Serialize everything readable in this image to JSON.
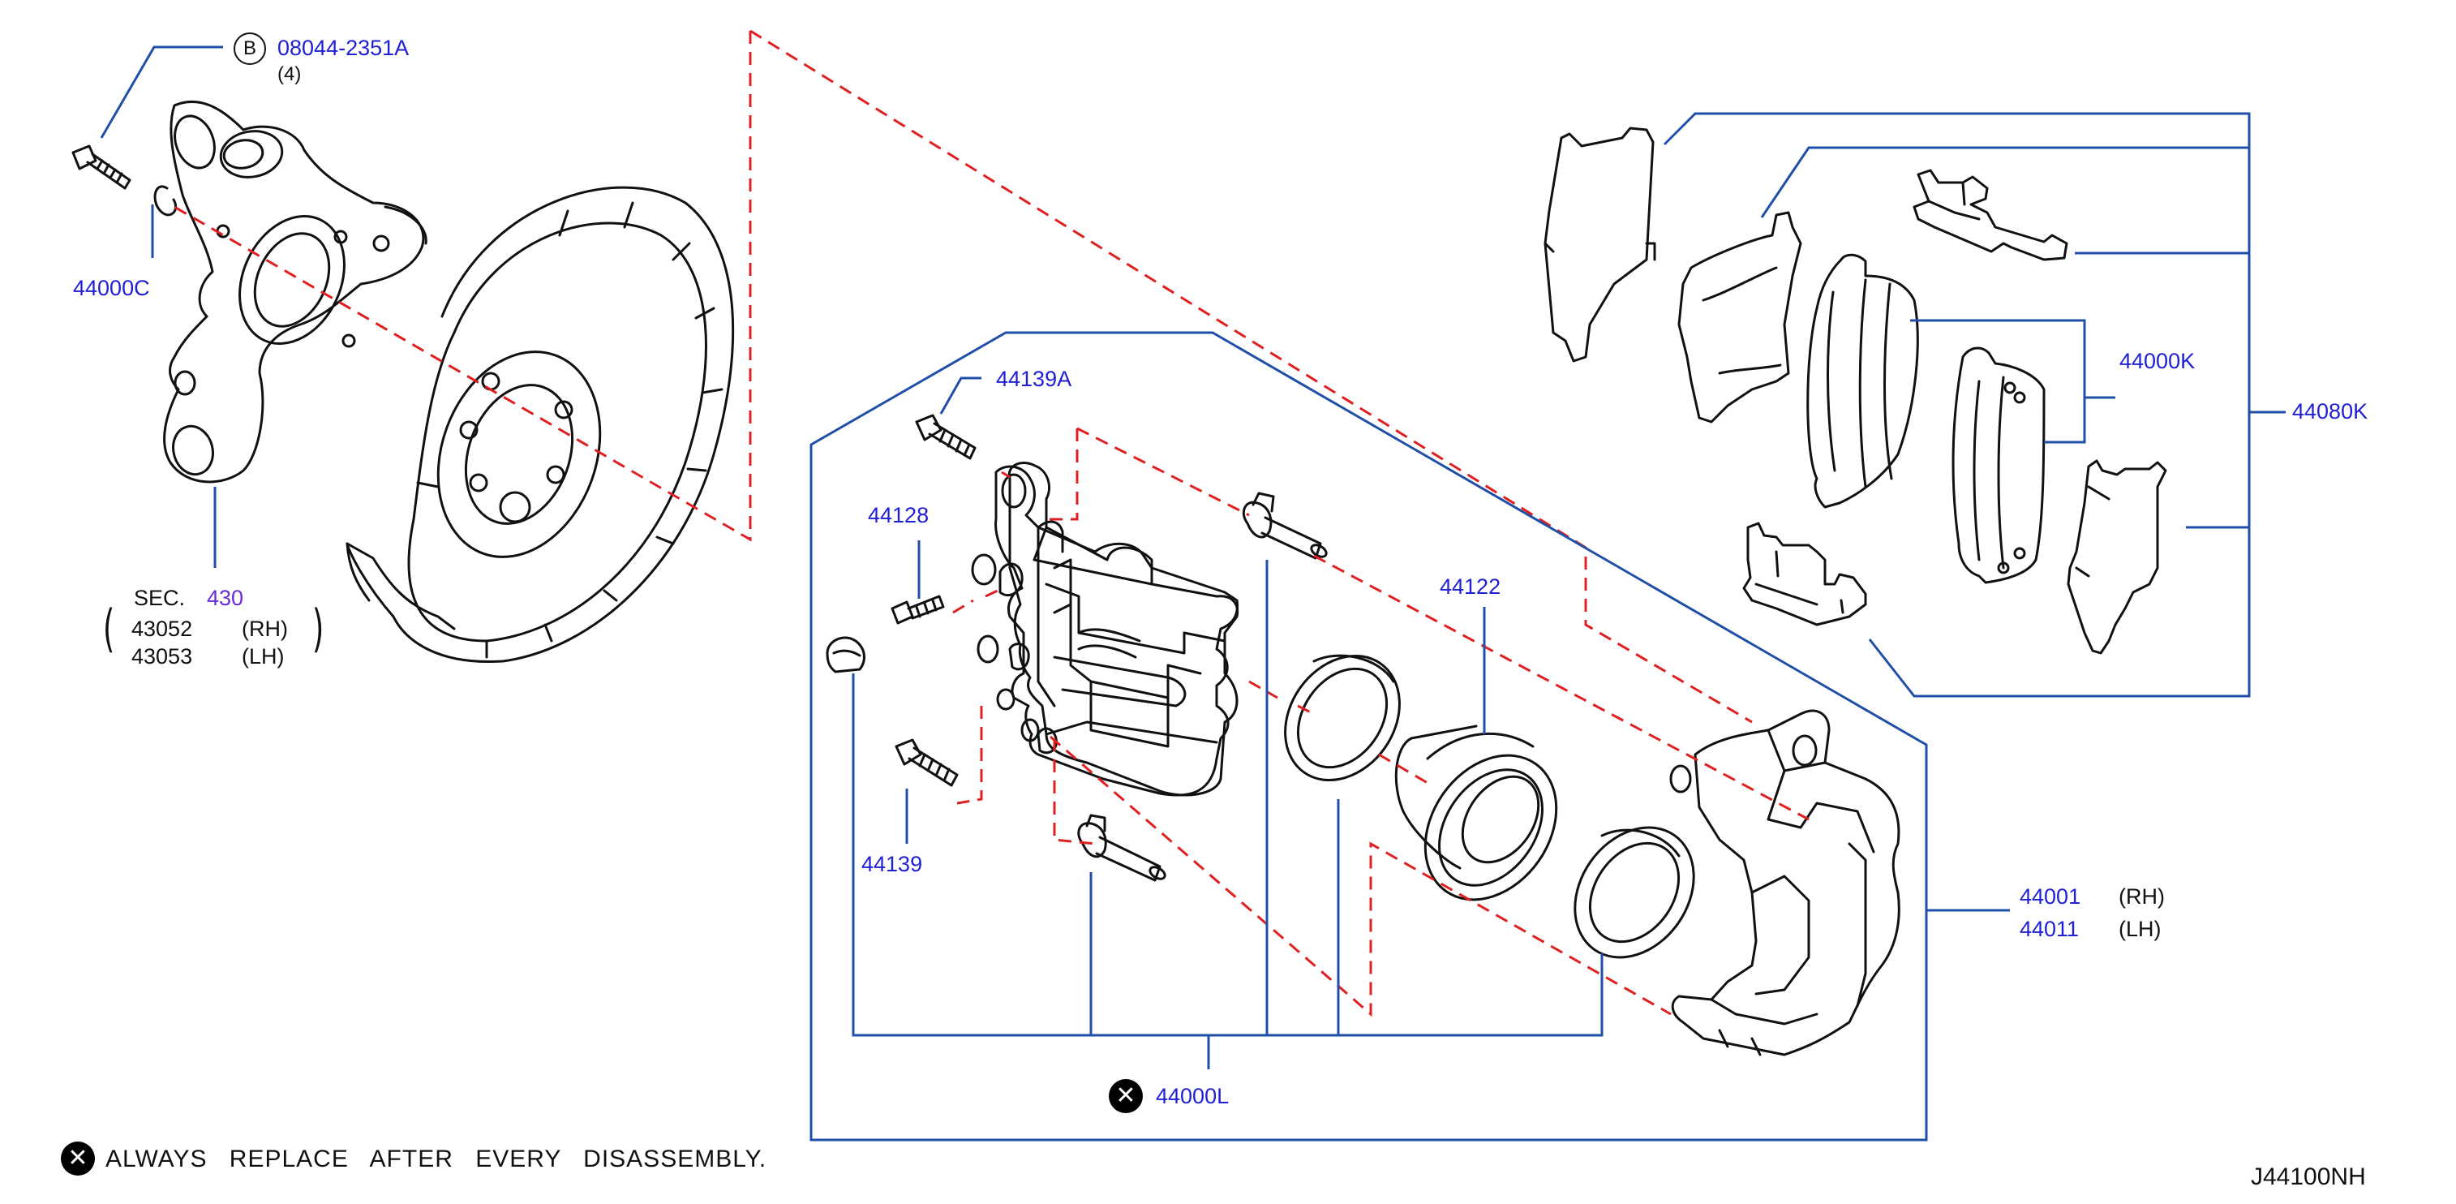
{
  "diagram": {
    "colors": {
      "leader": "#1f4fa8",
      "dashed": "#e02020",
      "part_line": "#111111",
      "label": "#1f1fd6"
    },
    "bolt_badge": "B",
    "labels": {
      "bolt_part": "08044-2351A",
      "bolt_qty": "(4)",
      "washer": "44000C",
      "sec_prefix": "SEC.",
      "sec_number": "430",
      "knuckle_rh_no": "43052",
      "knuckle_rh": "(RH)",
      "knuckle_lh_no": "43053",
      "knuckle_lh": "(LH)",
      "bolt_a": "44139A",
      "bleeder": "44128",
      "piston": "44122",
      "bolt": "44139",
      "kit": "44000L",
      "caliper_rh_no": "44001",
      "caliper_rh": "(RH)",
      "caliper_lh_no": "44011",
      "caliper_lh": "(LH)",
      "pads": "44000K",
      "pad_kit": "44080K"
    },
    "note": "ALWAYS REPLACE AFTER EVERY DISASSEMBLY.",
    "diagram_id": "J44100NH",
    "icons": [
      "bolt-badge-icon",
      "replace-x-icon"
    ]
  }
}
